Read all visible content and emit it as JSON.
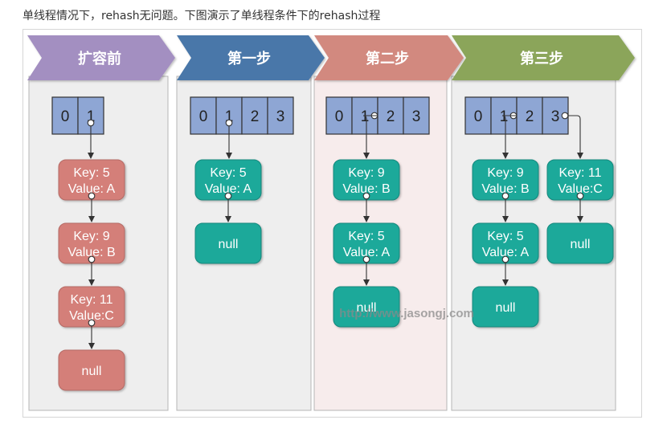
{
  "caption": "单线程情况下，rehash无问题。下图演示了单线程条件下的rehash过程",
  "watermark": "http://www.jasongj.com",
  "colors": {
    "stage_before": "#a38fc1",
    "stage_step1": "#4a77a9",
    "stage_step2": "#d2897f",
    "stage_step3": "#8ba55a",
    "panel_before": "#eeeeee",
    "panel_step2": "#f7ecec",
    "bucket_fill": "#8ea6d4",
    "node_old": "#d47f79",
    "node_new": "#1aa99a"
  },
  "stages": [
    {
      "id": "before",
      "title": "扩容前",
      "buckets": [
        "0",
        "1"
      ],
      "chains": [
        {
          "bucket": 1,
          "nodes": [
            {
              "key": "Key: 5",
              "value": "Value: A"
            },
            {
              "key": "Key: 9",
              "value": "Value: B"
            },
            {
              "key": "Key: 11",
              "value": "Value:C"
            },
            {
              "null": "null"
            }
          ]
        }
      ]
    },
    {
      "id": "step1",
      "title": "第一步",
      "buckets": [
        "0",
        "1",
        "2",
        "3"
      ],
      "chains": [
        {
          "bucket": 1,
          "nodes": [
            {
              "key": "Key: 5",
              "value": "Value: A"
            },
            {
              "null": "null"
            }
          ]
        }
      ]
    },
    {
      "id": "step2",
      "title": "第二步",
      "buckets": [
        "0",
        "1",
        "2",
        "3"
      ],
      "chains": [
        {
          "bucket": 1,
          "nodes": [
            {
              "key": "Key: 9",
              "value": "Value: B"
            },
            {
              "key": "Key: 5",
              "value": "Value: A"
            },
            {
              "null": "null"
            }
          ]
        }
      ]
    },
    {
      "id": "step3",
      "title": "第三步",
      "buckets": [
        "0",
        "1",
        "2",
        "3"
      ],
      "chains": [
        {
          "bucket": 1,
          "nodes": [
            {
              "key": "Key: 9",
              "value": "Value: B"
            },
            {
              "key": "Key: 5",
              "value": "Value: A"
            },
            {
              "null": "null"
            }
          ]
        },
        {
          "bucket": 3,
          "nodes": [
            {
              "key": "Key: 11",
              "value": "Value:C"
            },
            {
              "null": "null"
            }
          ]
        }
      ]
    }
  ]
}
